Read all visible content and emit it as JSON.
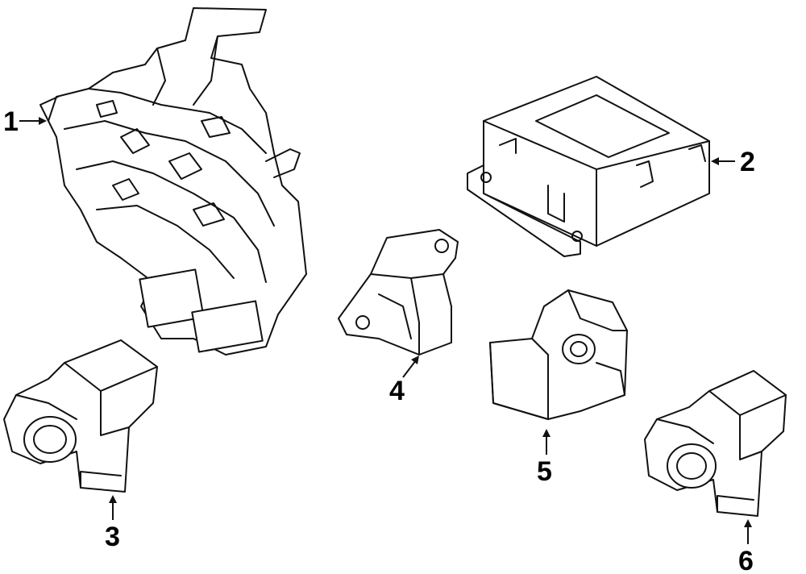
{
  "callouts": [
    {
      "id": "1"
    },
    {
      "id": "2"
    },
    {
      "id": "3"
    },
    {
      "id": "4"
    },
    {
      "id": "5"
    },
    {
      "id": "6"
    }
  ],
  "colors": {
    "line": "#111111",
    "background": "#ffffff"
  }
}
